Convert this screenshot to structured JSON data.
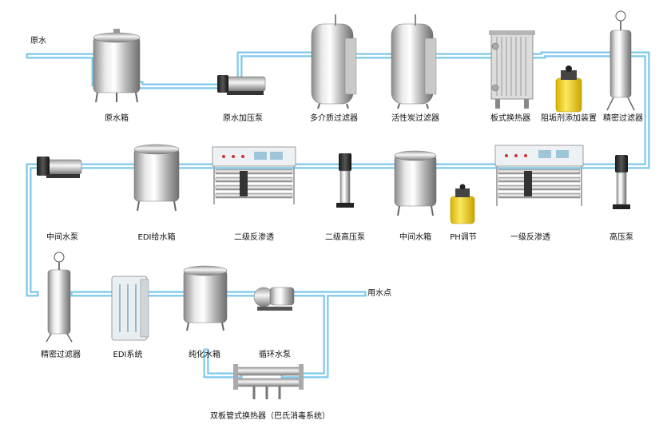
{
  "labels": {
    "raw_water": "原水",
    "raw_water_tank": "原水箱",
    "raw_water_booster_pump": "原水加压泵",
    "multimedia_filter": "多介质过滤器",
    "activated_carbon_filter": "活性炭过滤器",
    "plate_heat_exchanger": "板式换热器",
    "antiscalant_dosing": "阻垢剂添加装置",
    "precision_filter_1": "精密过滤器",
    "intermediate_pump": "中间水泵",
    "edi_feed_tank": "EDI给水箱",
    "secondary_ro": "二级反渗透",
    "secondary_hp_pump": "二级高压泵",
    "intermediate_tank": "中间水箱",
    "ph_adjust": "PH调节",
    "primary_ro": "一级反渗透",
    "hp_pump": "高压泵",
    "precision_filter_2": "精密过滤器",
    "edi_system": "EDI系统",
    "pure_water_tank": "纯化水箱",
    "circulation_pump": "循环水泵",
    "point_of_use": "用水点",
    "double_tube_hx": "双板管式换热器（巴氏消毒系统）"
  },
  "colors": {
    "pipe_outer": "#7cc8ea",
    "pipe_inner": "#ffffff",
    "steel_light": "#f2f2f2",
    "steel_dark": "#8a8a8a",
    "dosing_yellow": "#f5d93a",
    "panel_white": "#eef1f3"
  }
}
